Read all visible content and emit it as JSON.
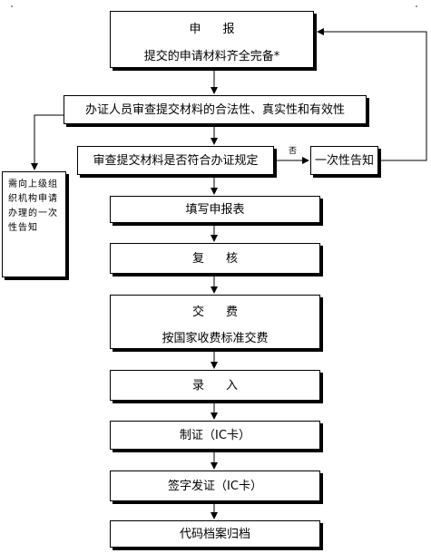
{
  "boxes": {
    "apply": {
      "title": "申报",
      "subtitle": "提交的申请材料齐全完备*"
    },
    "review_legality": {
      "label": "办证人员审查提交材料的合法性、真实性和有效性"
    },
    "check_rules": {
      "label": "审查提交材料是否符合办证规定"
    },
    "notify_once": {
      "label": "一次性告知"
    },
    "side_note": {
      "label": "需向上级组织机构申请办理的一次性告知"
    },
    "fill_form": {
      "label": "填写申报表"
    },
    "recheck": {
      "label": "复核"
    },
    "pay": {
      "title": "交费",
      "subtitle": "按国家收费标准交费"
    },
    "entry": {
      "label": "录入"
    },
    "make_card": {
      "label": "制证（IC卡）"
    },
    "sign_issue": {
      "label": "签字发证（IC卡）"
    },
    "archive": {
      "label": "代码档案归档"
    }
  },
  "edge_labels": {
    "no": "否"
  },
  "colors": {
    "line": "#000000",
    "box_fill": "#ffffff",
    "shadow": "#000000"
  }
}
